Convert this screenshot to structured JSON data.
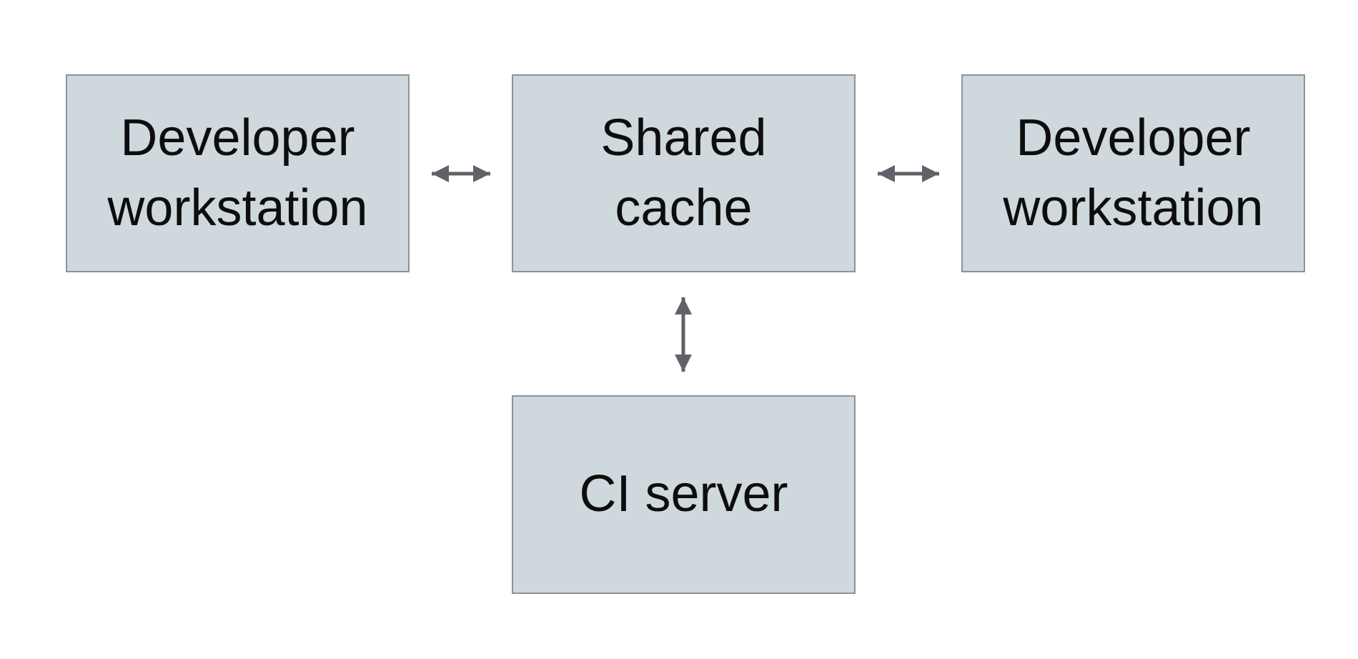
{
  "diagram": {
    "colors": {
      "background": "#ffffff",
      "node_fill": "#cfd8dc",
      "node_border": "#8a9499",
      "arrow": "#5f6368",
      "text": "#0d0d0d"
    },
    "nodes": [
      {
        "id": "developer-workstation-left",
        "label": "Developer\nworkstation"
      },
      {
        "id": "shared-cache",
        "label": "Shared\ncache"
      },
      {
        "id": "developer-workstation-right",
        "label": "Developer\nworkstation"
      },
      {
        "id": "ci-server",
        "label": "CI server"
      }
    ],
    "edges": [
      {
        "from": "developer-workstation-left",
        "to": "shared-cache",
        "type": "bidirectional"
      },
      {
        "from": "shared-cache",
        "to": "developer-workstation-right",
        "type": "bidirectional"
      },
      {
        "from": "shared-cache",
        "to": "ci-server",
        "type": "bidirectional"
      }
    ]
  }
}
